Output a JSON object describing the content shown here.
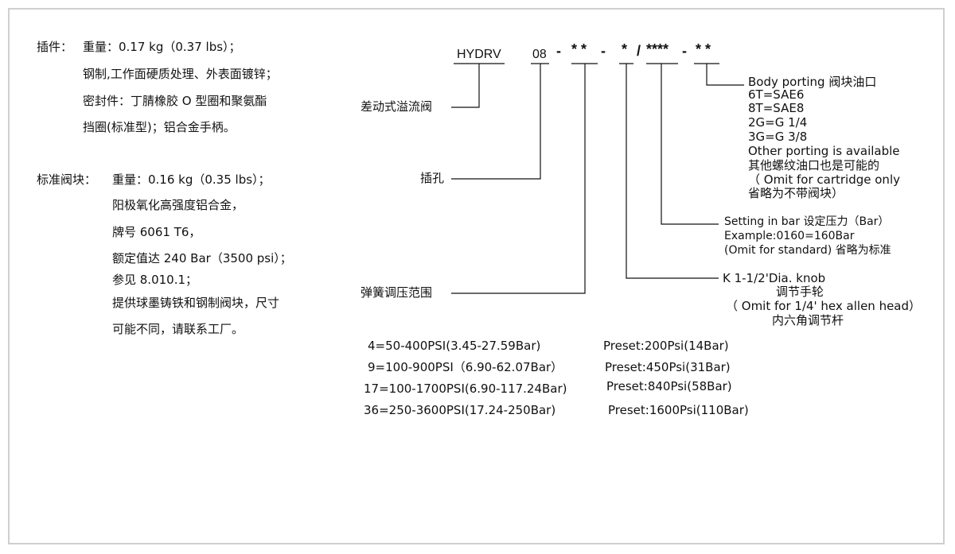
{
  "left": {
    "insert_label": "插件：",
    "insert_weight": "重量：0.17 kg（0.37 lbs）；",
    "insert_line2": "钢制,工作面硬质处理、外表面镀锌；",
    "insert_line3": "密封件：丁腈橡胶 O 型圈和聚氨酯",
    "insert_line4": "挡圈(标准型)；铝合金手柄。",
    "block_label": "标准阀块：",
    "block_weight": "重量：0.16 kg（0.35 lbs）；",
    "block_line2": "阳极氧化高强度铝合金，",
    "block_line3": "牌号 6061 T6，",
    "block_line4": "额定值达 240 Bar（3500 psi）；",
    "block_line5": "参见 8.010.1；",
    "block_line6": "提供球墨铸铁和钢制阀块，尺寸",
    "block_line7": "可能不同，请联系工厂。"
  },
  "code": {
    "hydrv": "HYDRV",
    "size": "08",
    "dash1": "-",
    "spring_stars": "* *",
    "dash2": "-",
    "knob_star": "*",
    "slash": "/",
    "setting_stars": "****",
    "dash3": "-",
    "port_stars": "* *"
  },
  "labels": {
    "diff_valve": "差动式溢流阀",
    "cavity": "插孔",
    "spring_range": "弹簧调压范围"
  },
  "port": {
    "title": "Body porting 阀块油口",
    "opt1": "6T=SAE6",
    "opt2": "8T=SAE8",
    "opt3": "2G=G 1/4",
    "opt4": "3G=G 3/8",
    "other1": "Other porting is available",
    "other2": "其他螺纹油口也是可能的",
    "omit1": "（ Omit for cartridge only",
    "omit2": "省略为不带阀块）"
  },
  "setting": {
    "line1": "Setting in bar  设定压力（Bar）",
    "line2": "Example:0160=160Bar",
    "line3": "(Omit for standard) 省略为标准"
  },
  "knob": {
    "line1": "K  1-1/2'Dia.  knob",
    "line2": "调节手轮",
    "line3": "（ Omit for 1/4' hex allen head）",
    "line4": "内六角调节杆"
  },
  "springs": [
    {
      "range": "4=50-400PSI(3.45-27.59Bar)",
      "preset": "Preset:200Psi(14Bar)"
    },
    {
      "range": "9=100-900PSI（6.90-62.07Bar）",
      "preset": "Preset:450Psi(31Bar)"
    },
    {
      "range": "17=100-1700PSI(6.90-117.24Bar)",
      "preset": "Preset:840Psi(58Bar)"
    },
    {
      "range": "36=250-3600PSI(17.24-250Bar)",
      "preset": "Preset:1600Psi(110Bar)"
    }
  ]
}
